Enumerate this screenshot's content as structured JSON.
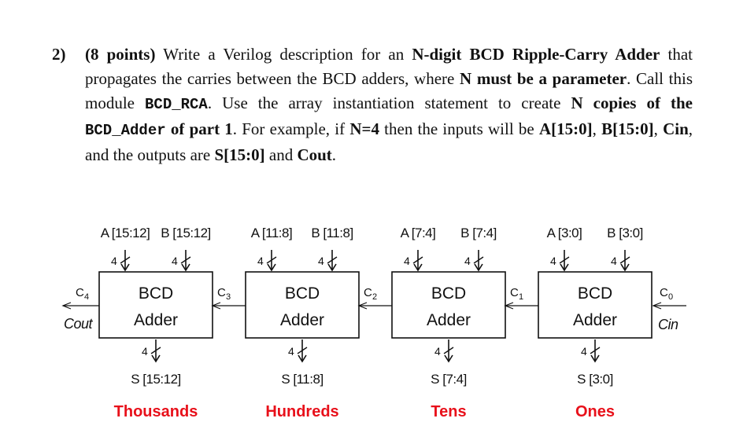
{
  "problem": {
    "number": "2)",
    "points": "(8 points)",
    "t1": " Write a Verilog description for an ",
    "b1": "N-digit BCD Ripple-Carry Adder",
    "t2": " that propagates the carries between the BCD adders, where ",
    "b2": "N must be a parameter",
    "t3": ". Call this module ",
    "m1": "BCD_RCA",
    "t4": ". Use the array instantiation statement to create ",
    "b3": "N copies of the ",
    "m2": "BCD_Adder",
    "b4": " of part 1",
    "t5": ". For example, if ",
    "b5": "N=4",
    "t6": " then the inputs will be ",
    "b6": "A[15:0]",
    "t7": ", ",
    "b7": "B[15:0]",
    "t8": ", ",
    "b8": "Cin",
    "t9": ", and the outputs are ",
    "b9": "S[15:0]",
    "t10": " and ",
    "b10": "Cout",
    "t11": "."
  },
  "diagram": {
    "label_color": "#e8101a",
    "box_line1": "BCD",
    "box_line2": "Adder",
    "bus_width": "4",
    "adders": [
      {
        "a": "A [15:12]",
        "b": "B [15:12]",
        "s": "S [15:12]",
        "digit": "Thousands"
      },
      {
        "a": "A [11:8]",
        "b": "B [11:8]",
        "s": "S [11:8]",
        "digit": "Hundreds"
      },
      {
        "a": "A [7:4]",
        "b": "B [7:4]",
        "s": "S [7:4]",
        "digit": "Tens"
      },
      {
        "a": "A [3:0]",
        "b": "B [3:0]",
        "s": "S [3:0]",
        "digit": "Ones"
      }
    ],
    "carries": {
      "c4": "C",
      "c4_sub": "4",
      "c3": "C",
      "c3_sub": "3",
      "c2": "C",
      "c2_sub": "2",
      "c1": "C",
      "c1_sub": "1",
      "c0": "C",
      "c0_sub": "0"
    },
    "cout": "Cout",
    "cin": "Cin"
  }
}
